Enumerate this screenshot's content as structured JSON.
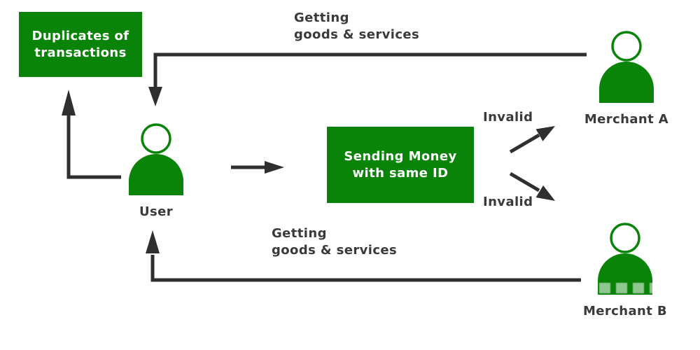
{
  "colors": {
    "green": "#0a8309",
    "arrow": "#2f2f2f",
    "label": "#3a3a3a",
    "box-text": "#ffffff",
    "bg": "#ffffff"
  },
  "nodes": {
    "duplicates_box": "Duplicates of\ntransactions",
    "sending_box": "Sending Money\nwith same ID"
  },
  "actors": {
    "user": "User",
    "merchant_a": "Merchant A",
    "merchant_b": "Merchant B"
  },
  "edge_labels": {
    "top_goods": "Getting\ngoods & services",
    "bottom_goods": "Getting\ngoods & services",
    "invalid_top": "Invalid",
    "invalid_bottom": "Invalid"
  },
  "icons": {
    "user": "person-icon",
    "merchant_a": "person-icon",
    "merchant_b": "person-icon"
  }
}
